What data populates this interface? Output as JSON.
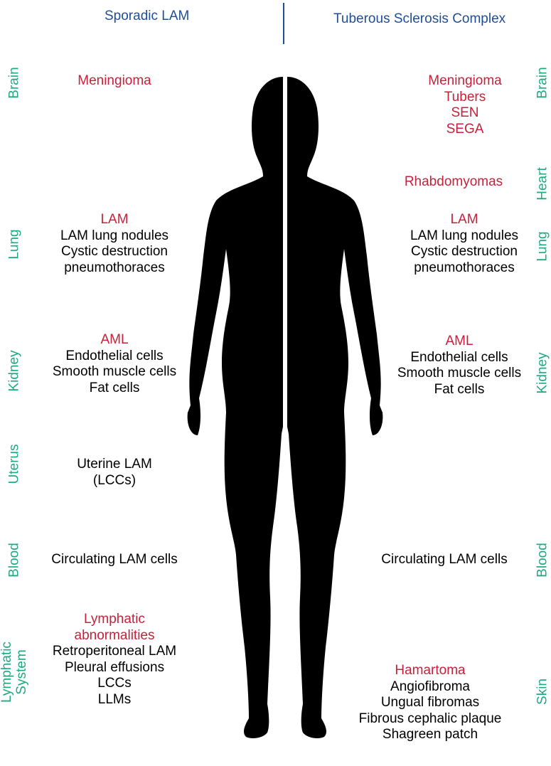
{
  "headers": {
    "left": "Sporadic LAM",
    "right": "Tuberous Sclerosis Complex"
  },
  "colors": {
    "header": "#1f4e96",
    "organ": "#1fa981",
    "lesion": "#c8203a",
    "text": "#000000",
    "silhouette": "#000000"
  },
  "left_organs": {
    "brain": "Brain",
    "lung": "Lung",
    "kidney": "Kidney",
    "uterus": "Uterus",
    "blood": "Blood",
    "lymph_1": "Lymphatic",
    "lymph_2": "System"
  },
  "right_organs": {
    "brain": "Brain",
    "heart": "Heart",
    "lung": "Lung",
    "kidney": "Kidney",
    "blood": "Blood",
    "skin": "Skin"
  },
  "left": {
    "brain": {
      "title": "Meningioma"
    },
    "lung": {
      "title": "LAM",
      "items": [
        "LAM lung nodules",
        "Cystic destruction",
        "pneumothoraces"
      ]
    },
    "kidney": {
      "title": "AML",
      "items": [
        "Endothelial cells",
        "Smooth muscle cells",
        "Fat cells"
      ]
    },
    "uterus": {
      "items": [
        "Uterine LAM",
        "(LCCs)"
      ]
    },
    "blood": {
      "items": [
        "Circulating LAM cells"
      ]
    },
    "lymph": {
      "title_1": "Lymphatic",
      "title_2": "abnormalities",
      "items": [
        "Retroperitoneal LAM",
        "Pleural effusions",
        "LCCs",
        "LLMs"
      ]
    }
  },
  "right": {
    "brain": {
      "items": [
        "Meningioma",
        "Tubers",
        "SEN",
        "SEGA"
      ]
    },
    "heart": {
      "title": "Rhabdomyomas"
    },
    "lung": {
      "title": "LAM",
      "items": [
        "LAM lung nodules",
        "Cystic destruction",
        "pneumothoraces"
      ]
    },
    "kidney": {
      "title": "AML",
      "items": [
        "Endothelial cells",
        "Smooth muscle cells",
        "Fat cells"
      ]
    },
    "blood": {
      "items": [
        "Circulating LAM cells"
      ]
    },
    "skin": {
      "title": "Hamartoma",
      "items": [
        "Angiofibroma",
        "Ungual fibromas",
        "Fibrous cephalic plaque",
        "Shagreen patch"
      ]
    }
  }
}
